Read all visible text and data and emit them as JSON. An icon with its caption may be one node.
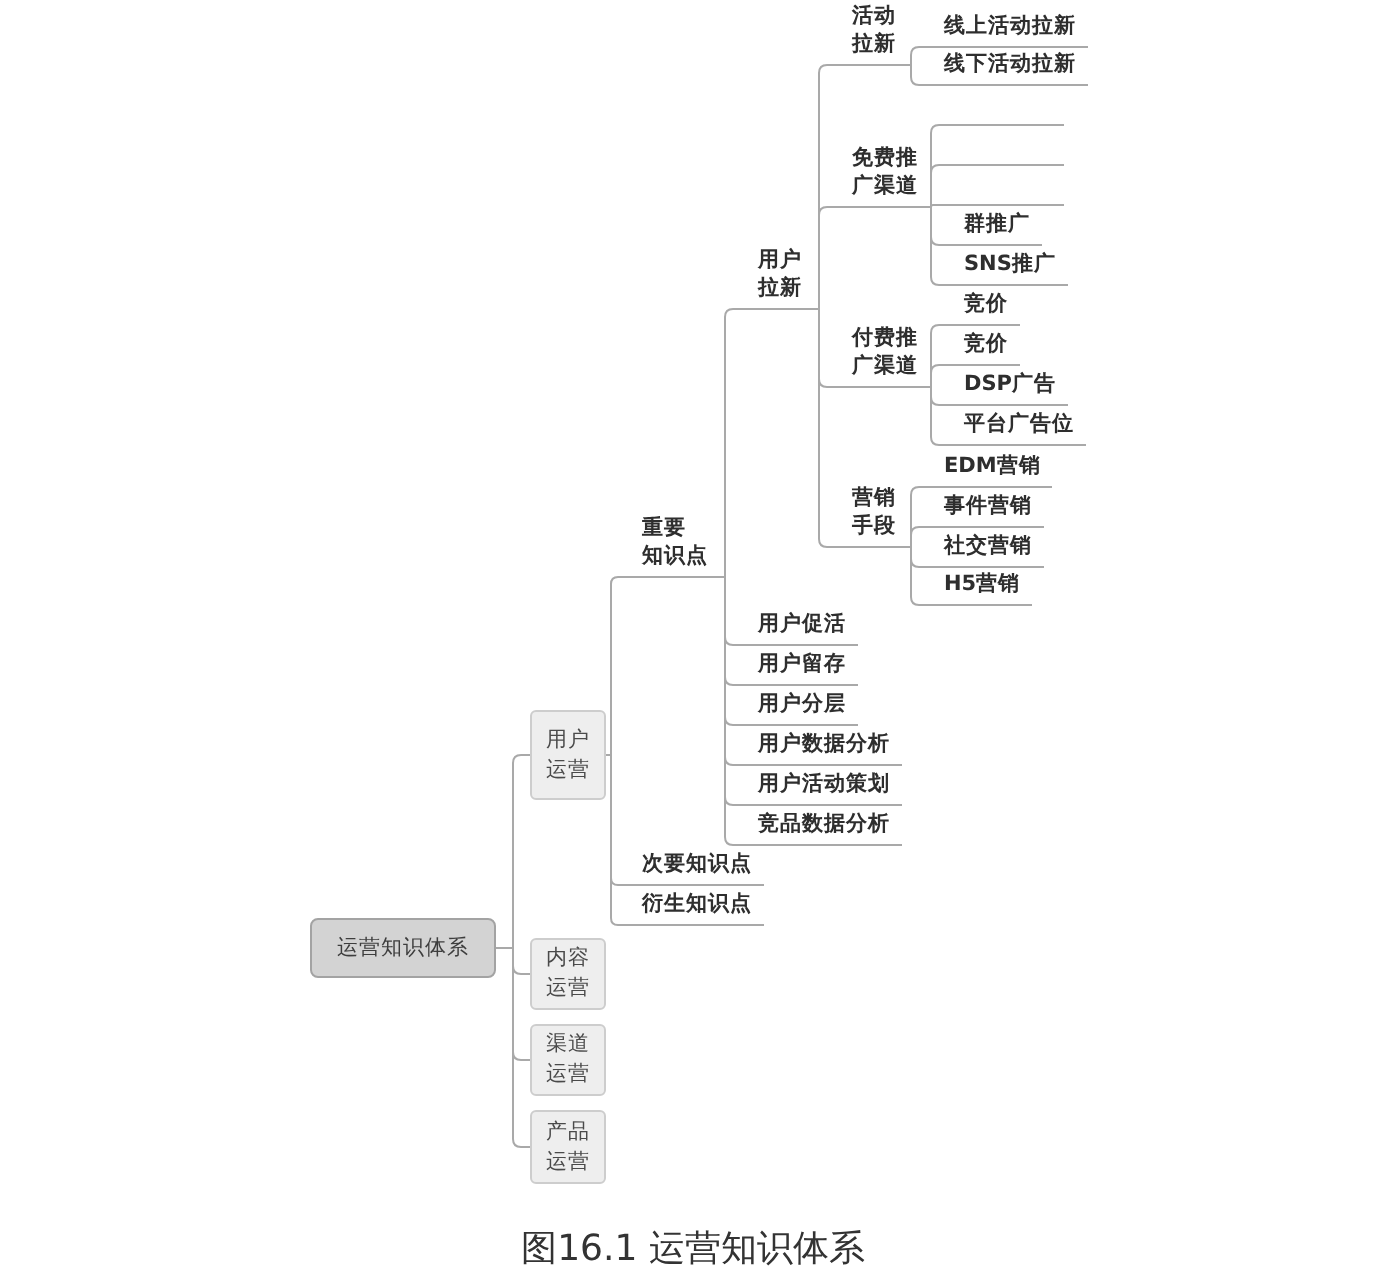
{
  "diagram": {
    "caption": "图16.1 运营知识体系",
    "nodes": [
      {
        "text": [
          "运营知识体系"
        ]
      },
      {
        "text": [
          "用户运营"
        ]
      },
      {
        "text": [
          "重要知识点"
        ]
      },
      {
        "text": [
          "用户拉新"
        ]
      },
      {
        "text": [
          "活动拉新"
        ]
      },
      {
        "text": [
          "线上活动拉新"
        ]
      },
      {
        "text": [
          "线下活动拉新"
        ]
      },
      {
        "text": [
          "免费推广渠道"
        ]
      },
      {
        "text": [],
        "shape": "line"
      },
      {
        "text": [],
        "shape": "line"
      },
      {
        "text": [],
        "shape": "line"
      },
      {
        "text": [
          "群推广"
        ]
      },
      {
        "text": [
          "SNS推广"
        ]
      },
      {
        "text": [
          "付费推广渠道"
        ]
      },
      {
        "text": [
          "竞价"
        ]
      },
      {
        "text": [
          "竞价"
        ]
      },
      {
        "text": [
          "DSP广告"
        ]
      },
      {
        "text": [
          "平台广告位"
        ]
      },
      {
        "text": [
          "营销手段"
        ]
      },
      {
        "text": [
          "EDM营销"
        ]
      },
      {
        "text": [
          "事件营销"
        ]
      },
      {
        "text": [
          "社交营销"
        ]
      },
      {
        "text": [
          "H5营销"
        ]
      },
      {
        "text": [
          "用户促活"
        ]
      },
      {
        "text": [
          "用户留存"
        ]
      },
      {
        "text": [
          "用户分层"
        ]
      },
      {
        "text": [
          "用户数据分析"
        ]
      },
      {
        "text": [
          "用户活动策划"
        ]
      },
      {
        "text": [
          "竞品数据分析"
        ]
      },
      {
        "text": [
          "次要知识点"
        ]
      },
      {
        "text": [
          "衍生知识点"
        ]
      },
      {
        "text": [
          "内容运营"
        ]
      },
      {
        "text": [
          "渠道运营"
        ]
      },
      {
        "text": [
          "产品运营"
        ]
      }
    ],
    "edges": [
      {
        "from": 0,
        "to": 1,
        "arrow": "none"
      },
      {
        "from": 1,
        "to": 2,
        "arrow": "none"
      },
      {
        "from": 2,
        "to": 3,
        "arrow": "none"
      },
      {
        "from": 3,
        "to": 4,
        "arrow": "none"
      },
      {
        "from": 4,
        "to": 5,
        "arrow": "none"
      },
      {
        "from": 4,
        "to": 6,
        "arrow": "none"
      },
      {
        "from": 3,
        "to": 7,
        "arrow": "none"
      },
      {
        "from": 7,
        "to": 8,
        "arrow": "none"
      },
      {
        "from": 7,
        "to": 9,
        "arrow": "none"
      },
      {
        "from": 7,
        "to": 10,
        "arrow": "none"
      },
      {
        "from": 7,
        "to": 11,
        "arrow": "none"
      },
      {
        "from": 7,
        "to": 12,
        "arrow": "none"
      },
      {
        "from": 3,
        "to": 13,
        "arrow": "none"
      },
      {
        "from": 13,
        "to": 14,
        "arrow": "none"
      },
      {
        "from": 13,
        "to": 15,
        "arrow": "none"
      },
      {
        "from": 13,
        "to": 16,
        "arrow": "none"
      },
      {
        "from": 13,
        "to": 17,
        "arrow": "none"
      },
      {
        "from": 3,
        "to": 18,
        "arrow": "none"
      },
      {
        "from": 18,
        "to": 19,
        "arrow": "none"
      },
      {
        "from": 18,
        "to": 20,
        "arrow": "none"
      },
      {
        "from": 18,
        "to": 21,
        "arrow": "none"
      },
      {
        "from": 18,
        "to": 22,
        "arrow": "none"
      },
      {
        "from": 2,
        "to": 23,
        "arrow": "none"
      },
      {
        "from": 2,
        "to": 24,
        "arrow": "none"
      },
      {
        "from": 2,
        "to": 25,
        "arrow": "none"
      },
      {
        "from": 2,
        "to": 26,
        "arrow": "none"
      },
      {
        "from": 2,
        "to": 27,
        "arrow": "none"
      },
      {
        "from": 2,
        "to": 28,
        "arrow": "none"
      },
      {
        "from": 1,
        "to": 29,
        "arrow": "none"
      },
      {
        "from": 1,
        "to": 30,
        "arrow": "none"
      },
      {
        "from": 0,
        "to": 31,
        "arrow": "none"
      },
      {
        "from": 0,
        "to": 32,
        "arrow": "none"
      },
      {
        "from": 0,
        "to": 33,
        "arrow": "none"
      }
    ]
  }
}
